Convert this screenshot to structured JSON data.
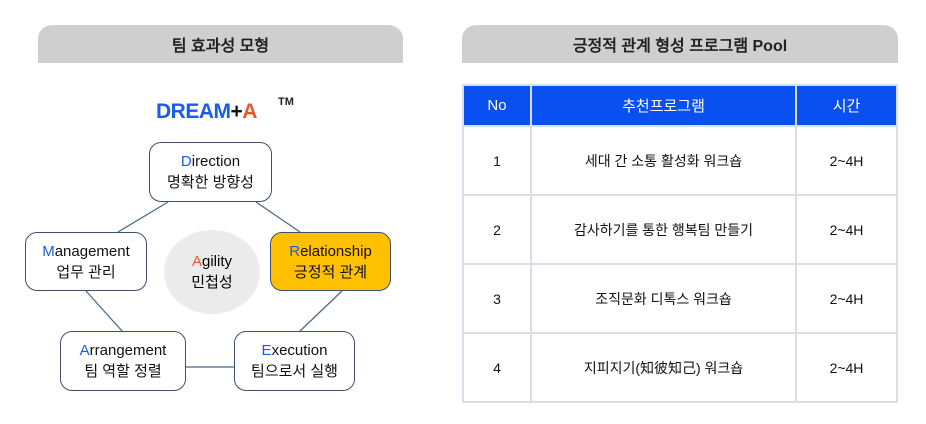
{
  "left": {
    "title": "팀 효과성 모형",
    "logo": {
      "main": "DREAM",
      "plus": "+",
      "a": "A",
      "tm": "TM"
    },
    "nodes": {
      "direction": {
        "initial": "D",
        "rest": "irection",
        "kr": "명확한 방향성"
      },
      "management": {
        "initial": "M",
        "rest": "anagement",
        "kr": "업무 관리"
      },
      "relationship": {
        "initial": "R",
        "rest": "elationship",
        "kr": "긍정적 관계"
      },
      "arrangement": {
        "initial": "A",
        "rest": "rrangement",
        "kr": "팀 역할 정렬"
      },
      "execution": {
        "initial": "E",
        "rest": "xecution",
        "kr": "팀으로서 실행"
      },
      "agility": {
        "initial": "A",
        "rest": "gility",
        "kr": "민첩성"
      }
    }
  },
  "right": {
    "title": "긍정적 관계 형성 프로그램 Pool",
    "headers": [
      "No",
      "추천프로그램",
      "시간"
    ],
    "rows": [
      [
        "1",
        "세대 간 소통 활성화 워크숍",
        "2~4H"
      ],
      [
        "2",
        "감사하기를 통한 행복팀 만들기",
        "2~4H"
      ],
      [
        "3",
        "조직문화 디톡스 워크숍",
        "2~4H"
      ],
      [
        "4",
        "지피지기(知彼知己) 워크숍",
        "2~4H"
      ]
    ]
  },
  "colors": {
    "accent": "#0a50f0",
    "highlight": "#FFC000"
  }
}
